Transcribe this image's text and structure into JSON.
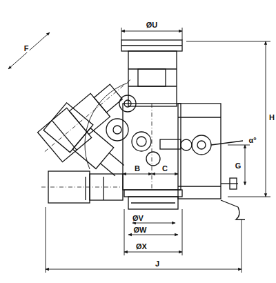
{
  "diagram": {
    "labels": [
      "F",
      "ØU",
      "H",
      "α°",
      "G",
      "B",
      "C",
      "ØV",
      "ØW",
      "ØX",
      "J"
    ]
  }
}
